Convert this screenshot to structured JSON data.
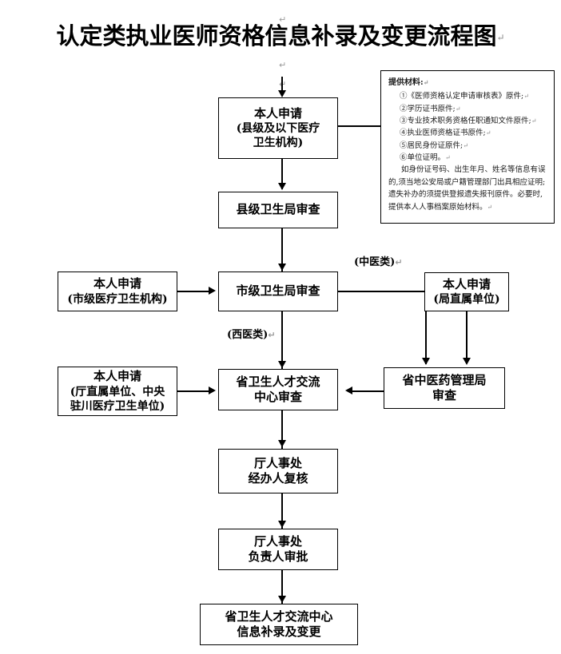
{
  "document": {
    "title": "认定类执业医师资格信息补录及变更流程图",
    "paragraph_mark": "↵"
  },
  "note": {
    "heading": "提供材料:",
    "items": [
      "①《医师资格认定申请审核表》原件;",
      "②学历证书原件;",
      "③专业技术职务资格任职通知文件原件;",
      "④执业医师资格证书原件;",
      "⑤居民身份证原件;",
      "⑥单位证明。"
    ],
    "paragraph": "如身份证号码、出生年月、姓名等信息有误的,须当地公安局或户籍管理部门出具相应证明;遗失补办的须提供登报遗失报刊原件。必要时,提供本人人事档案原始材料。"
  },
  "nodes": {
    "apply_county": {
      "lines": [
        "本人申请",
        "(县级及以下医疗",
        "卫生机构)"
      ]
    },
    "review_county_bureau": {
      "lines": [
        "县级卫生局审查"
      ]
    },
    "apply_city": {
      "lines": [
        "本人申请",
        "(市级医疗卫生机构)"
      ]
    },
    "review_city_bureau": {
      "lines": [
        "市级卫生局审查"
      ]
    },
    "apply_bureau_direct": {
      "lines": [
        "本人申请",
        "(局直属单位)"
      ]
    },
    "apply_dept_direct": {
      "lines": [
        "本人申请",
        "(厅直属单位、中央",
        "驻川医疗卫生单位)"
      ]
    },
    "review_talent_center": {
      "lines": [
        "省卫生人才交流",
        "中心审查"
      ]
    },
    "review_tcm_bureau": {
      "lines": [
        "省中医药管理局",
        "审查"
      ]
    },
    "recheck_personnel": {
      "lines": [
        "厅人事处",
        "经办人复核"
      ]
    },
    "approve_personnel": {
      "lines": [
        "厅人事处",
        "负责人审批"
      ]
    },
    "final_update": {
      "lines": [
        "省卫生人才交流中心",
        "信息补录及变更"
      ]
    }
  },
  "edge_labels": {
    "tcm": "(中医类)",
    "western": "(西医类)"
  },
  "colors": {
    "line": "#000000",
    "background": "#ffffff",
    "text": "#000000",
    "pilcrow": "#9a9a9a"
  }
}
